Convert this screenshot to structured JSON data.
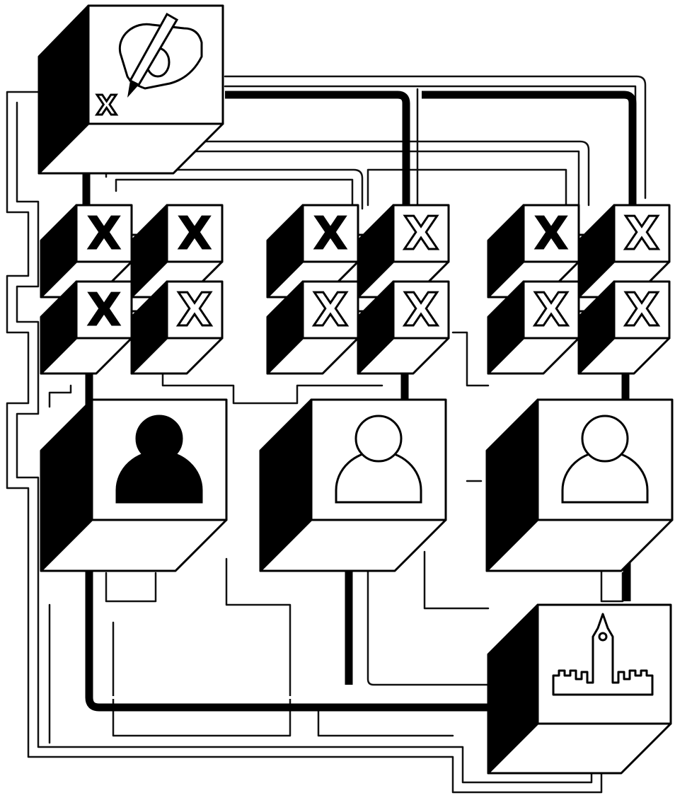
{
  "diagram": {
    "ballot_marks": [
      {
        "group": 1,
        "row": 1,
        "col": 1,
        "label": "X",
        "filled": true
      },
      {
        "group": 1,
        "row": 1,
        "col": 2,
        "label": "X",
        "filled": true
      },
      {
        "group": 1,
        "row": 2,
        "col": 1,
        "label": "X",
        "filled": true
      },
      {
        "group": 1,
        "row": 2,
        "col": 2,
        "label": "X",
        "filled": false
      },
      {
        "group": 2,
        "row": 1,
        "col": 1,
        "label": "X",
        "filled": true
      },
      {
        "group": 2,
        "row": 1,
        "col": 2,
        "label": "X",
        "filled": false
      },
      {
        "group": 2,
        "row": 2,
        "col": 1,
        "label": "X",
        "filled": false
      },
      {
        "group": 2,
        "row": 2,
        "col": 2,
        "label": "X",
        "filled": false
      },
      {
        "group": 3,
        "row": 1,
        "col": 1,
        "label": "X",
        "filled": true
      },
      {
        "group": 3,
        "row": 1,
        "col": 2,
        "label": "X",
        "filled": false
      },
      {
        "group": 3,
        "row": 2,
        "col": 1,
        "label": "X",
        "filled": false
      },
      {
        "group": 3,
        "row": 2,
        "col": 2,
        "label": "X",
        "filled": false
      }
    ],
    "candidates": [
      {
        "icon": "person-icon",
        "selected": true
      },
      {
        "icon": "person-icon",
        "selected": false
      },
      {
        "icon": "person-icon",
        "selected": false
      }
    ],
    "voter_mark": "X",
    "icons": [
      "hand-writing-icon",
      "pencil-icon",
      "person-icon",
      "parliament-building-icon"
    ],
    "colors": {
      "ink": "#000000",
      "paper": "#ffffff"
    }
  }
}
